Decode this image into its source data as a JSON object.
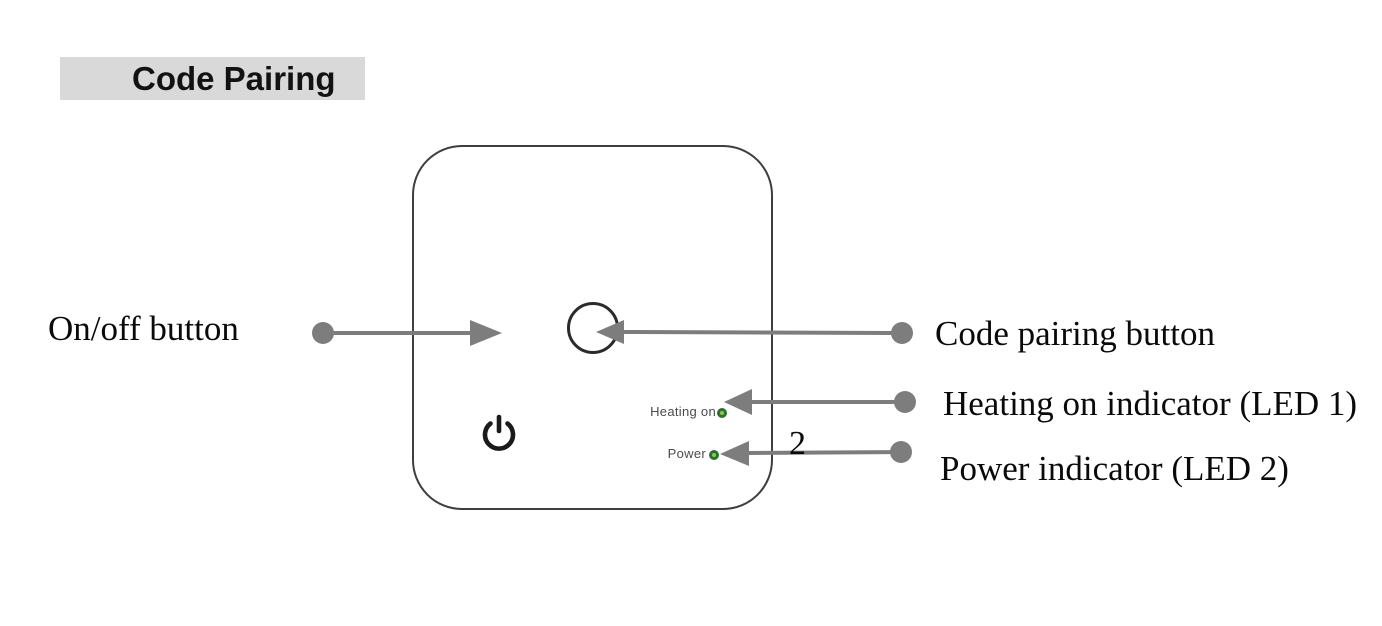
{
  "page": {
    "title": "Code Pairing"
  },
  "device": {
    "name": "receiver-front-panel",
    "power_button_icon": "power-icon",
    "pairing_button_shape": "circle",
    "leds": [
      {
        "label": "Heating on"
      },
      {
        "label": "Power"
      }
    ]
  },
  "annotations": {
    "on_off": "On/off button",
    "code_pairing": "Code pairing button",
    "heating_led": "Heating on indicator (LED 1)",
    "power_led": "Power indicator (LED 2)",
    "step_number": "2"
  },
  "colors": {
    "title_bar_bg": "#d9d9d9",
    "arrow_gray": "#7d7d7d",
    "device_border": "#3e3e3e",
    "led_green_ring": "#2e7030",
    "led_green_core": "#8fc653",
    "label_text": "#0a0a0a"
  }
}
